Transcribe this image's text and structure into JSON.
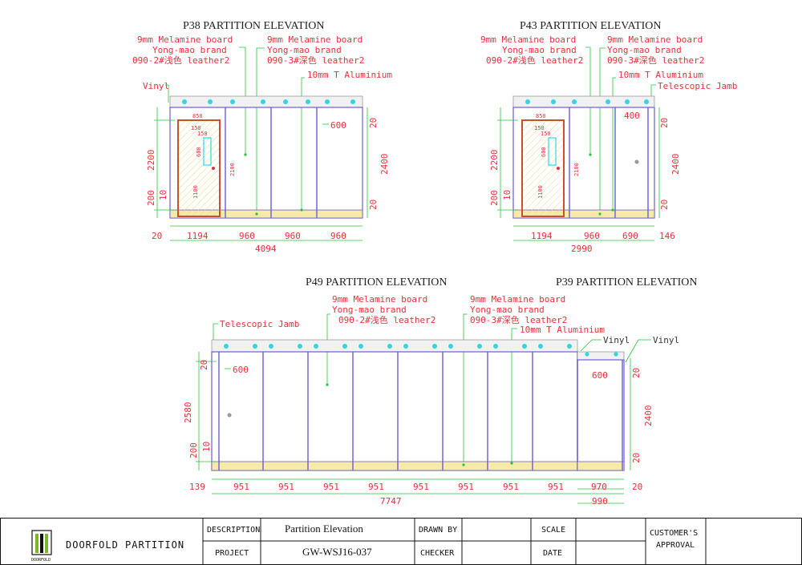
{
  "drawings": {
    "p38": {
      "title": "P38 PARTITION ELEVATION",
      "note_board_light": [
        "9mm Melamine board",
        "Yong-mao brand",
        "090-2#浅色 leather2"
      ],
      "note_board_dark": [
        "9mm Melamine board",
        "Yong-mao brand",
        "090-3#深色 leather2"
      ],
      "note_aluminium": "10mm T Aluminium",
      "note_vinyl": "Vinyl",
      "door": {
        "width": "850",
        "glass_w": "150",
        "glass_w2": "150",
        "glass_h": "600",
        "handle": "1100",
        "height": "2100"
      },
      "dims_left": [
        "2200",
        "200",
        "10"
      ],
      "dims_right": [
        "20",
        "2400",
        "20"
      ],
      "dim_panel_top": "600",
      "dims_bottom": [
        "20",
        "1194",
        "960",
        "960",
        "960"
      ],
      "dim_total": "4094"
    },
    "p43": {
      "title": "P43 PARTITION ELEVATION",
      "note_board_light": [
        "9mm Melamine board",
        "Yong-mao brand",
        "090-2#浅色 leather2"
      ],
      "note_board_dark": [
        "9mm Melamine board",
        "Yong-mao brand",
        "090-3#深色 leather2"
      ],
      "note_aluminium": "10mm T Aluminium",
      "note_jamb": "Telescopic Jamb",
      "door": {
        "width": "850",
        "glass_w": "150",
        "glass_w2": "150",
        "glass_h": "600",
        "handle": "1100",
        "height": "2100"
      },
      "dims_left": [
        "2200",
        "200",
        "10"
      ],
      "dims_right": [
        "20",
        "2400",
        "20"
      ],
      "dim_panel_top": "400",
      "dims_bottom": [
        "1194",
        "960",
        "690",
        "146"
      ],
      "dim_total": "2990"
    },
    "p49": {
      "title": "P49 PARTITION ELEVATION",
      "note_jamb": "Telescopic Jamb",
      "note_board_light": [
        "9mm Melamine board",
        "Yong-mao brand",
        "090-2#浅色 leather2"
      ],
      "note_board_dark": [
        "9mm Melamine board",
        "Yong-mao brand",
        "090-3#深色 leather2"
      ],
      "note_aluminium": "10mm T Aluminium",
      "dims_left": [
        "20",
        "2580",
        "200",
        "10"
      ],
      "dim_panel_top": "600",
      "dims_bottom": [
        "139",
        "951",
        "951",
        "951",
        "951",
        "951",
        "951",
        "951",
        "951"
      ],
      "dim_total": "7747"
    },
    "p39": {
      "title": "P39 PARTITION ELEVATION",
      "note_vinyl_a": "Vinyl",
      "note_vinyl_b": "Vinyl",
      "dim_panel_top": "600",
      "dims_right": [
        "20",
        "2400",
        "20"
      ],
      "dims_bottom": [
        "970",
        "20"
      ],
      "dim_total": "990"
    }
  },
  "title_block": {
    "company": "DOORFOLD PARTITION",
    "logo_text": "DOORFOLD",
    "description_label": "DESCRIPTION",
    "description_value": "Partition Elevation",
    "project_label": "PROJECT",
    "project_value": "GW-WSJ16-037",
    "drawn_by_label": "DRAWN BY",
    "checker_label": "CHECKER",
    "scale_label": "SCALE",
    "date_label": "DATE",
    "approval_label": [
      "CUSTOMER'S",
      "APPROVAL"
    ]
  },
  "colors": {
    "dimension": "#e8303a",
    "panel": "#6a5cd6",
    "green": "#26c43a",
    "door": "#c8502a",
    "track": "#32d5e0",
    "floor": "#f5eaa6"
  }
}
